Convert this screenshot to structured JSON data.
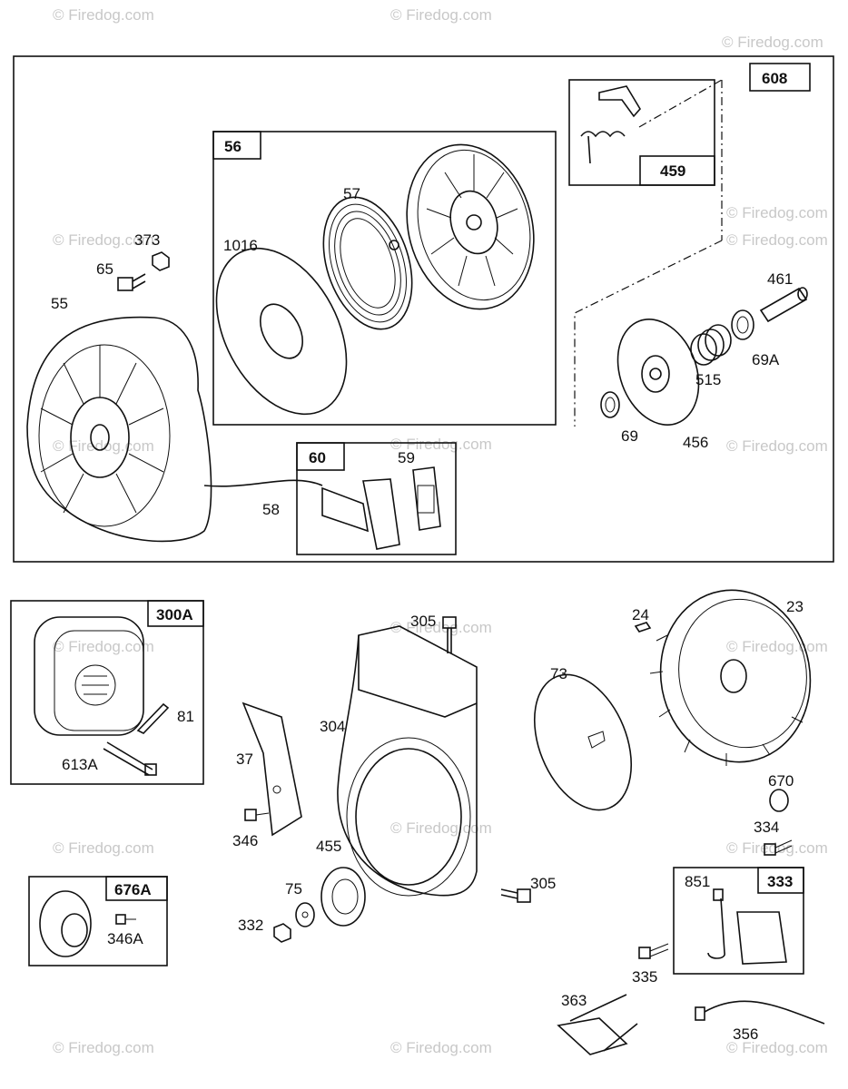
{
  "watermark": "© Firedog.com",
  "boxes": {
    "b608": "608",
    "b56": "56",
    "b459": "459",
    "b60": "60",
    "b300A": "300A",
    "b676A": "676A",
    "b333": "333"
  },
  "parts": {
    "p373": "373",
    "p65": "65",
    "p55": "55",
    "p1016": "1016",
    "p57": "57",
    "p461": "461",
    "p69A": "69A",
    "p515": "515",
    "p69": "69",
    "p456": "456",
    "p59": "59",
    "p58": "58",
    "p305a": "305",
    "p24": "24",
    "p23": "23",
    "p73": "73",
    "p81": "81",
    "p304": "304",
    "p613A": "613A",
    "p37": "37",
    "p346": "346",
    "p670": "670",
    "p334": "334",
    "p455": "455",
    "p75": "75",
    "p305b": "305",
    "p332": "332",
    "p346A": "346A",
    "p851": "851",
    "p335": "335",
    "p363": "363",
    "p356": "356"
  }
}
